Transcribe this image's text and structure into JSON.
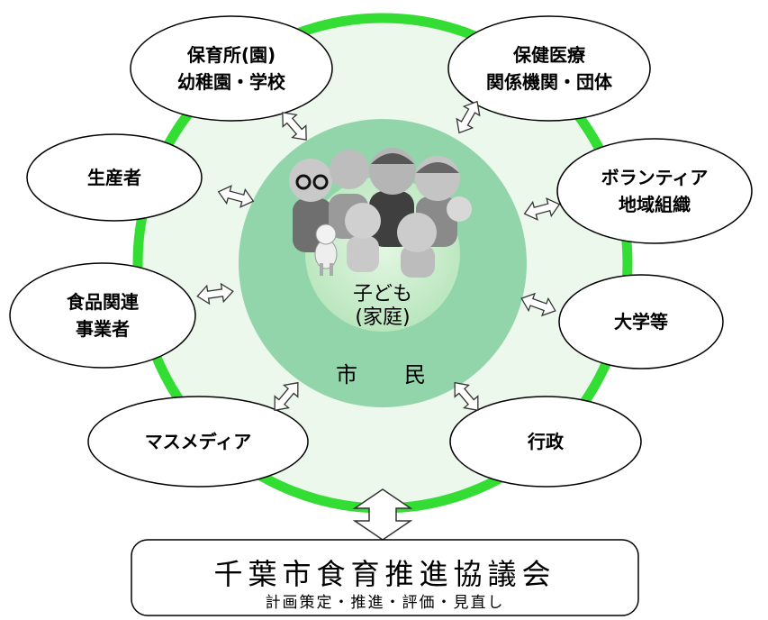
{
  "center": {
    "child_label": "子ども\n(家庭)",
    "citizens_label": "市　民"
  },
  "nodes": {
    "nursery": "保育所(園)\n幼稚園・学校",
    "health": "保健医療\n関係機関・団体",
    "producers": "生産者",
    "volunteer": "ボランティア\n地域組織",
    "food_business": "食品関連\n事業者",
    "university": "大学等",
    "mass_media": "マスメディア",
    "government": "行政"
  },
  "council": {
    "title": "千葉市食育推進協議会",
    "subtitle": "計画策定・推進・評価・見直し"
  },
  "colors": {
    "outer_ring": "#33dd33",
    "outer_fill": "#eaf7ea",
    "middle_circle": "#8fd3a8",
    "inner_circle": "#c8ecc8"
  }
}
